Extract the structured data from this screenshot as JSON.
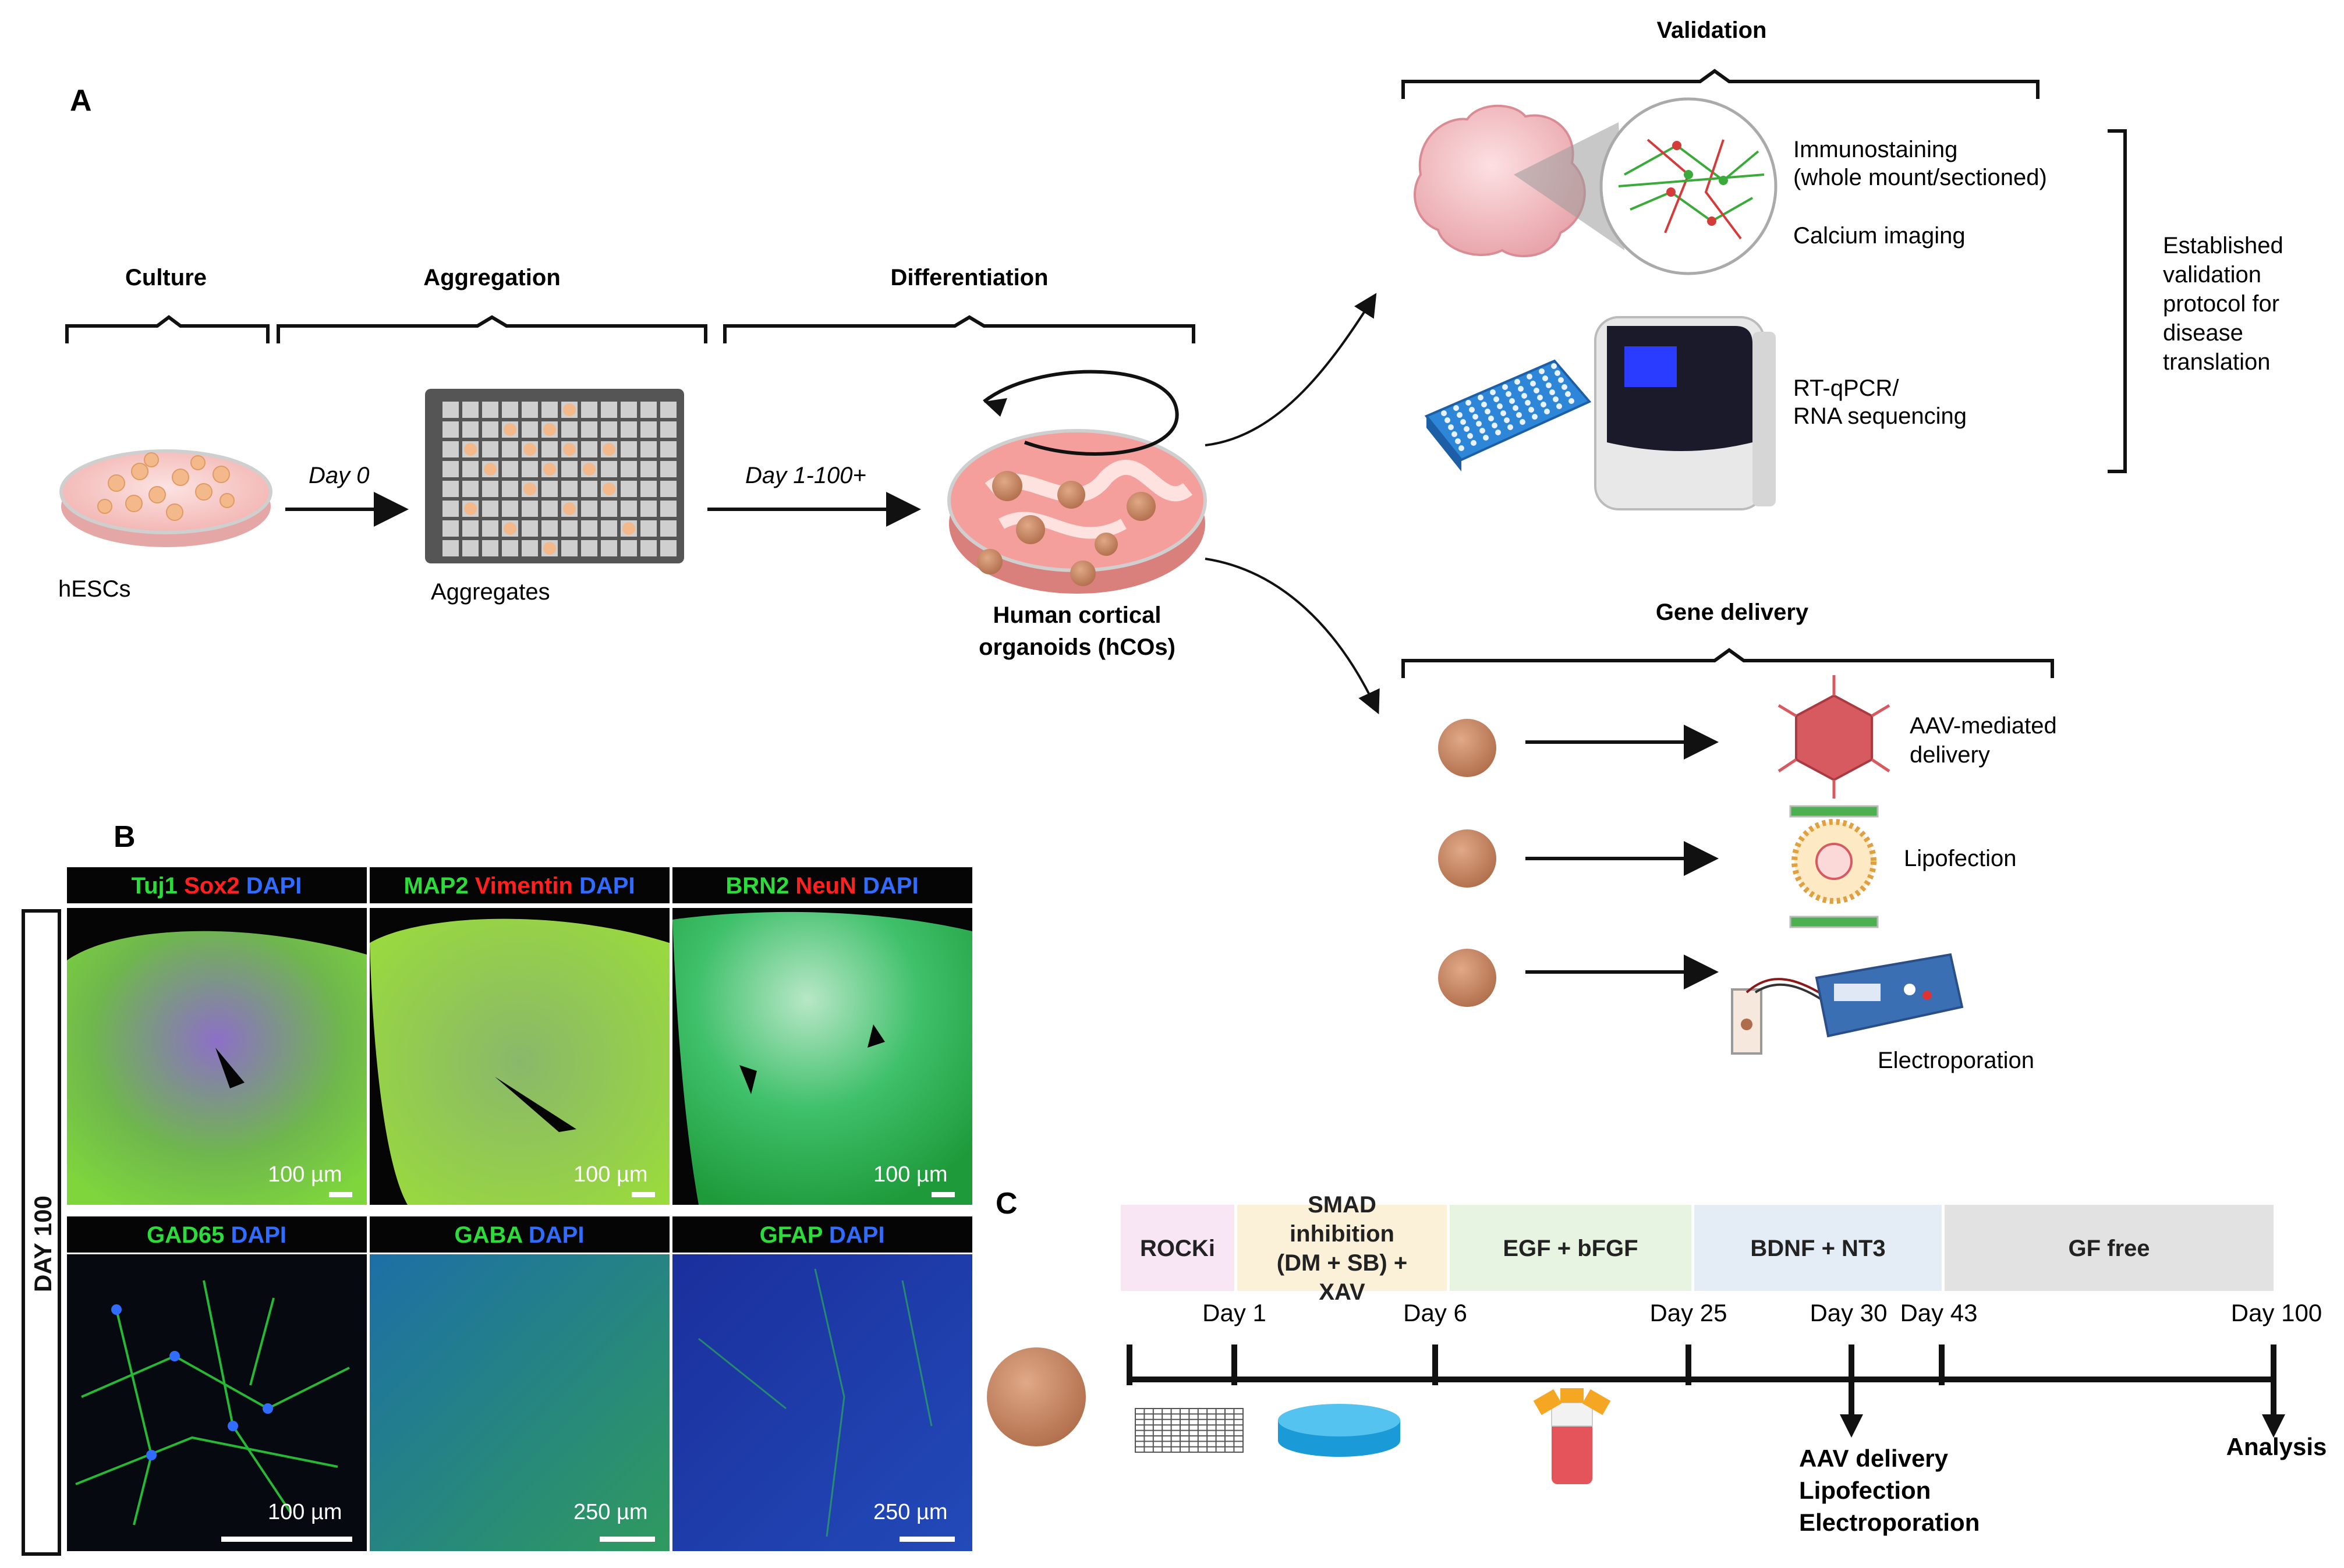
{
  "panel_a": {
    "letter": "A",
    "stages": {
      "culture": "Culture",
      "aggregation": "Aggregation",
      "differentiation": "Differentiation",
      "validation": "Validation",
      "gene_delivery": "Gene delivery"
    },
    "labels": {
      "hescs": "hESCs",
      "aggregates": "Aggregates",
      "hcos_line1": "Human cortical",
      "hcos_line2": "organoids (hCOs)",
      "day0": "Day 0",
      "day1_100": "Day 1-100+"
    },
    "validation": {
      "immuno_line1": "Immunostaining",
      "immuno_line2": "(whole mount/sectioned)",
      "calcium": "Calcium imaging",
      "rtqpcr_line1": "RT-qPCR/",
      "rtqpcr_line2": "RNA sequencing",
      "established": [
        "Established",
        "validation",
        "protocol for",
        "disease",
        "translation"
      ]
    },
    "gene_delivery": {
      "aav_line1": "AAV-mediated",
      "aav_line2": "delivery",
      "lipofection": "Lipofection",
      "electroporation": "Electroporation"
    }
  },
  "panel_b": {
    "letter": "B",
    "side_label": "DAY 100",
    "top_row": [
      {
        "stains": [
          {
            "t": "Tuj1",
            "c": "green"
          },
          {
            "t": " Sox2",
            "c": "red"
          },
          {
            "t": " DAPI",
            "c": "blue"
          }
        ],
        "scale": "100 µm"
      },
      {
        "stains": [
          {
            "t": "MAP2",
            "c": "green"
          },
          {
            "t": " Vimentin",
            "c": "red"
          },
          {
            "t": " DAPI",
            "c": "blue"
          }
        ],
        "scale": "100 µm"
      },
      {
        "stains": [
          {
            "t": "BRN2",
            "c": "green"
          },
          {
            "t": " NeuN",
            "c": "red"
          },
          {
            "t": " DAPI",
            "c": "blue"
          }
        ],
        "scale": "100 µm"
      }
    ],
    "bottom_row": [
      {
        "stains": [
          {
            "t": "GAD65",
            "c": "green"
          },
          {
            "t": " DAPI",
            "c": "blue"
          }
        ],
        "scale": "100 µm"
      },
      {
        "stains": [
          {
            "t": "GABA",
            "c": "green"
          },
          {
            "t": " DAPI",
            "c": "blue"
          }
        ],
        "scale": "250 µm"
      },
      {
        "stains": [
          {
            "t": "GFAP",
            "c": "green"
          },
          {
            "t": " DAPI",
            "c": "blue"
          }
        ],
        "scale": "250 µm"
      }
    ],
    "colors": {
      "green": "#2bdc3a",
      "red": "#ff2020",
      "blue": "#2f6cff"
    }
  },
  "panel_c": {
    "letter": "C",
    "phases": [
      {
        "lines": [
          "ROCKi"
        ],
        "color": "#f8e6f5"
      },
      {
        "lines": [
          "SMAD",
          "inhibition",
          "(DM + SB) +",
          "XAV"
        ],
        "color": "#fbf0d8"
      },
      {
        "lines": [
          "EGF + bFGF"
        ],
        "color": "#e7f4e1"
      },
      {
        "lines": [
          "BDNF + NT3"
        ],
        "color": "#e4ecf6"
      },
      {
        "lines": [
          "GF free"
        ],
        "color": "#e2e2e2"
      }
    ],
    "days": [
      "Day 1",
      "Day 6",
      "Day 25",
      "Day 30",
      "Day 43",
      "Day 100"
    ],
    "events": {
      "delivery": [
        "AAV delivery",
        "Lipofection",
        "Electroporation"
      ],
      "analysis": "Analysis"
    }
  }
}
